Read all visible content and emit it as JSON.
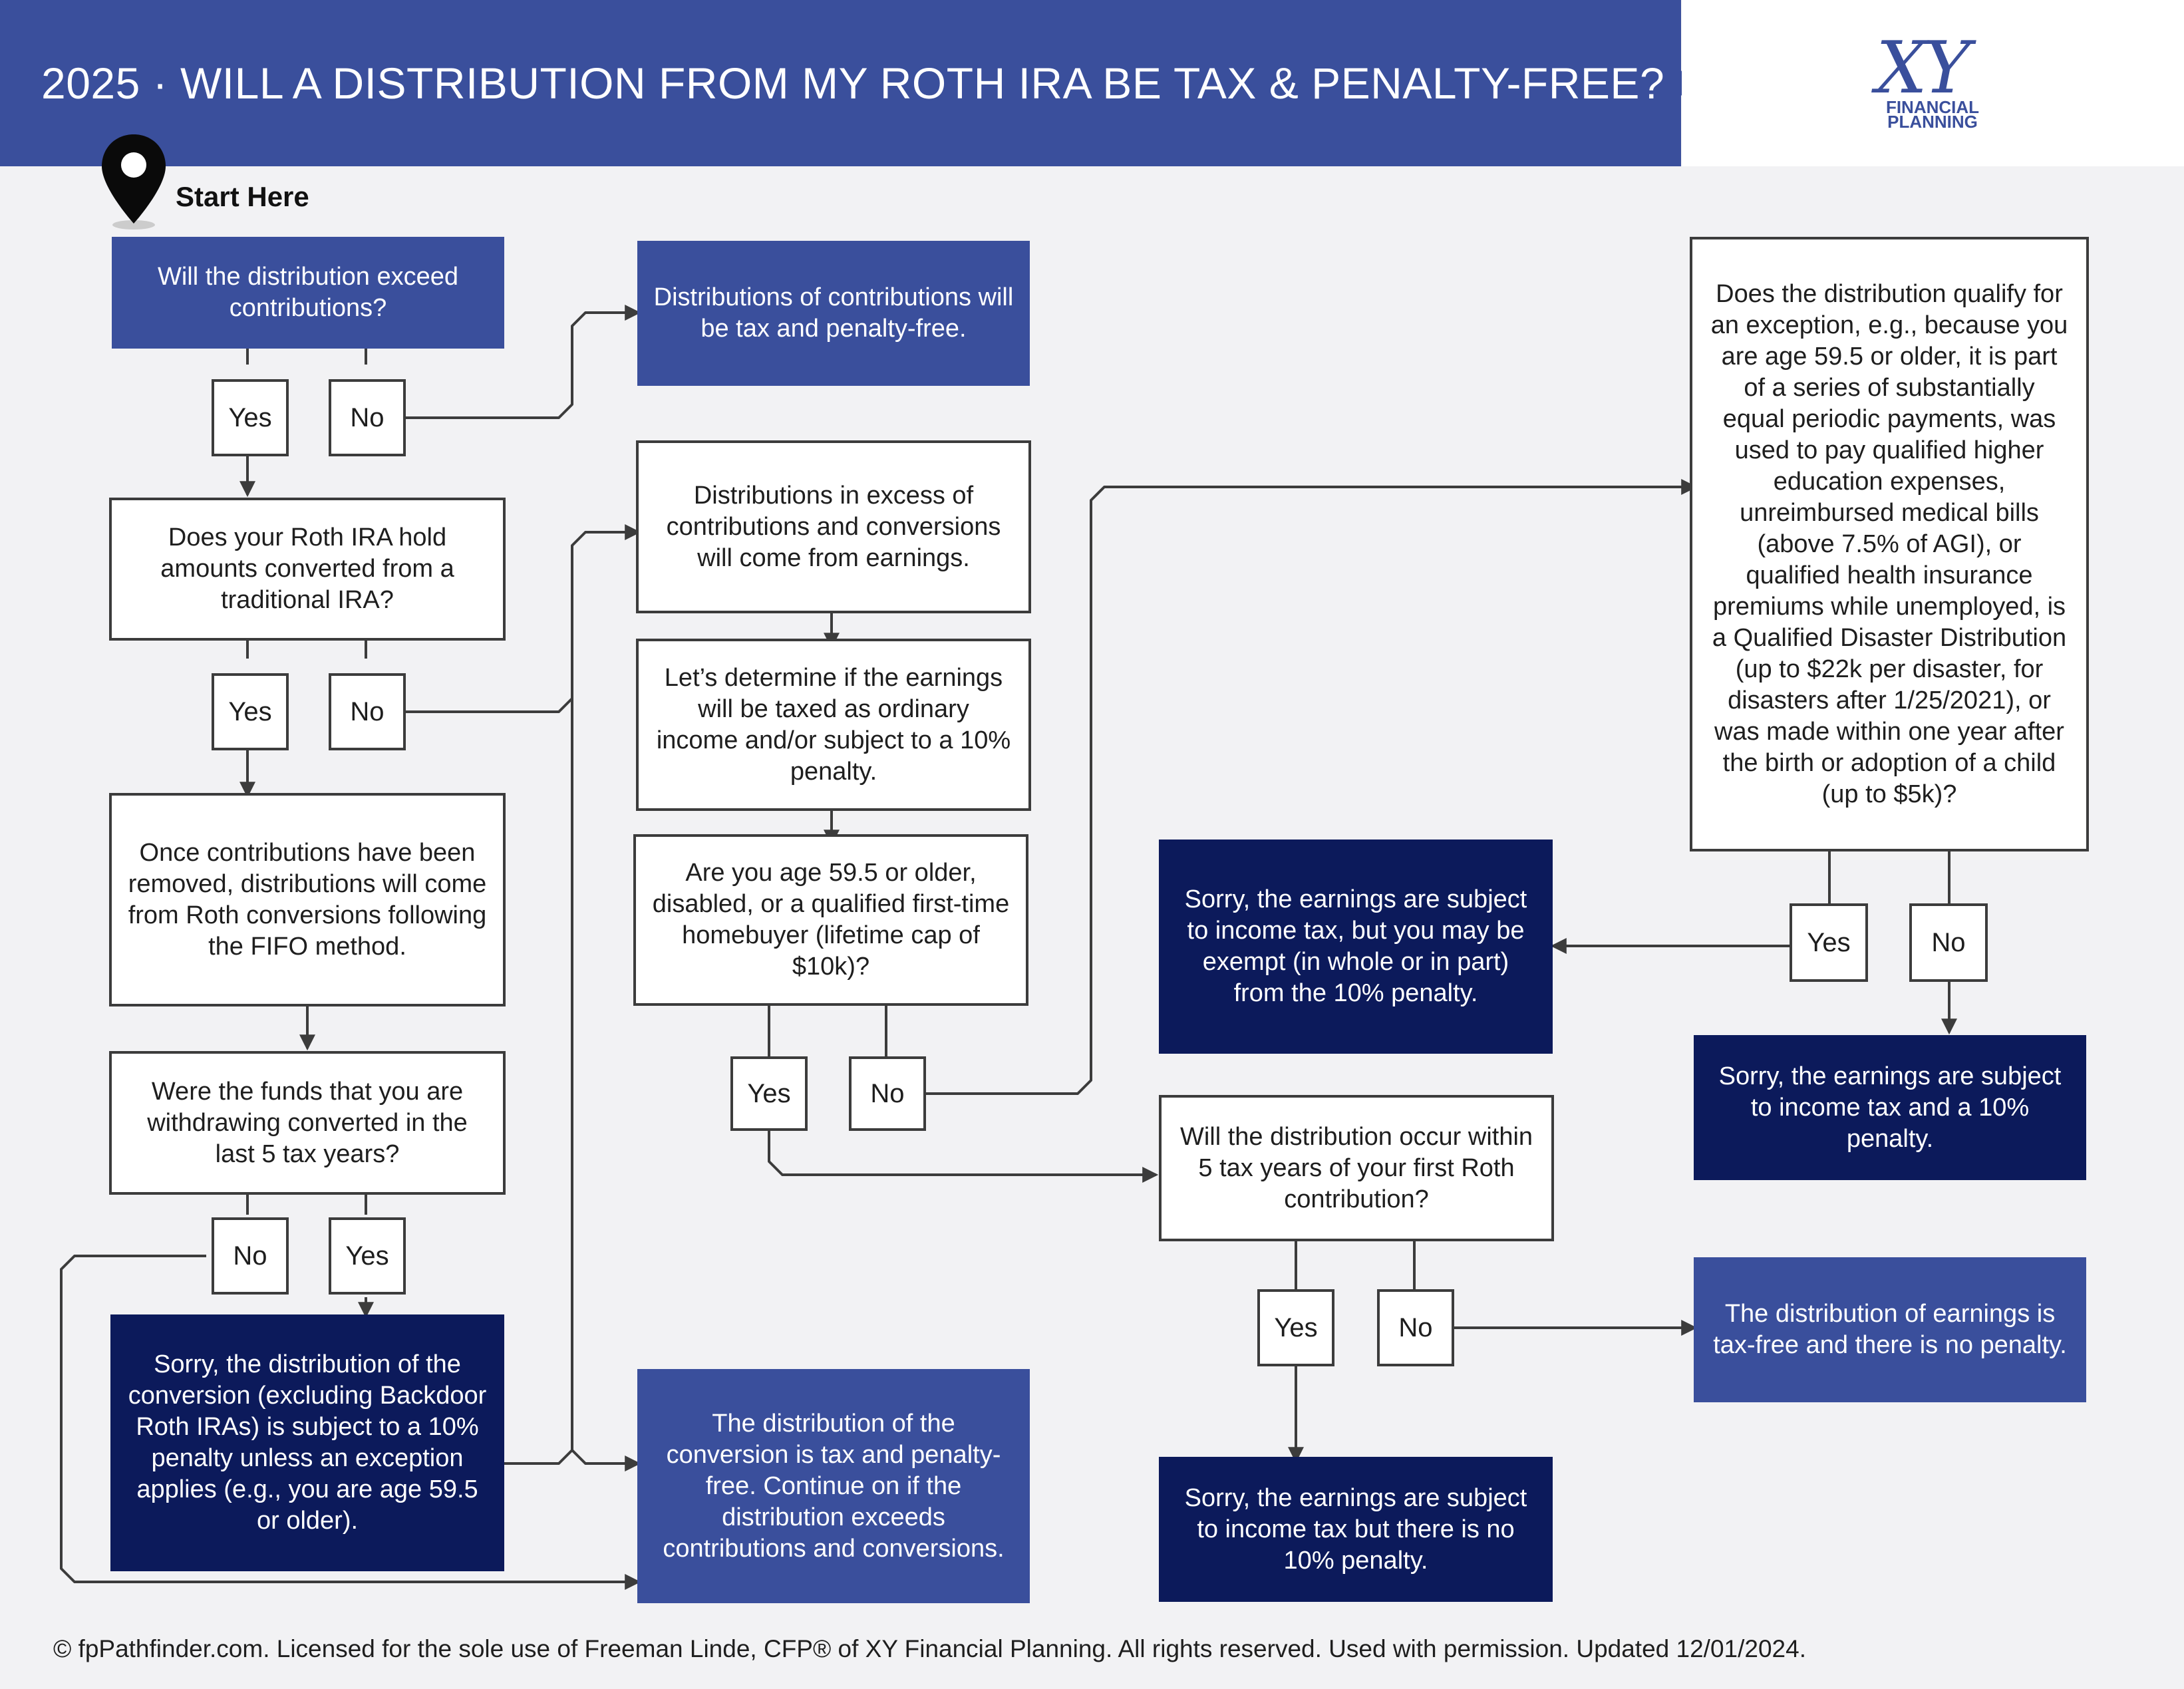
{
  "header": {
    "title": "2025 · WILL A DISTRIBUTION FROM MY ROTH IRA BE TAX & PENALTY-FREE?"
  },
  "logo": {
    "mark": "XY",
    "line1": "FINANCIAL",
    "line2": "PLANNING"
  },
  "start_label": "Start Here",
  "nodes": {
    "q_exceed": "Will the distribution exceed contributions?",
    "r_contrib_free": "Distributions of contributions will be tax and penalty-free.",
    "q_converted": "Does your Roth IRA hold amounts converted from a traditional IRA?",
    "r_fifo": "Once contributions have been removed, distributions will come from Roth conversions following the FIFO method.",
    "q_five_years": "Were the funds that you are withdrawing converted in the last 5 tax years?",
    "r_conv_penalty": "Sorry, the distribution of the conversion (excluding Backdoor Roth IRAs) is subject to a 10% penalty unless an exception applies (e.g., you are age 59.5 or older).",
    "r_conv_free": "The distribution of the conversion is tax and penalty-free. Continue on if the distribution exceeds contributions and conversions.",
    "r_excess_earnings": "Distributions in excess of contributions and conversions will come from earnings.",
    "r_determine": "Let’s determine if the earnings will be taxed as ordinary income and/or subject to a 10% penalty.",
    "q_age": "Are you age 59.5 or older, disabled, or a qualified first-time homebuyer (lifetime cap of $10k)?",
    "q_exception": "Does the distribution qualify for an exception, e.g., because you are age 59.5 or older, it is part of a series of substantially equal periodic payments, was used to pay qualified higher education expenses, unreimbursed medical bills (above 7.5% of AGI), or qualified health insurance premiums while unemployed, is a Qualified Disaster Distribution (up to $22k per disaster, for disasters after 1/25/2021), or was made within one year after the birth or adoption of a child (up to $5k)?",
    "r_exempt": "Sorry, the earnings are subject to income tax, but you may be exempt (in whole or in part) from the 10% penalty.",
    "r_tax_penalty": "Sorry, the earnings are subject to income tax and a 10% penalty.",
    "q_within5": "Will the distribution occur within 5 tax years of your first Roth contribution?",
    "r_tax_free": "The distribution of earnings is tax-free and there is no penalty.",
    "r_tax_no_penalty": "Sorry, the earnings are subject to income tax but there is no 10% penalty."
  },
  "answers": {
    "yes": "Yes",
    "no": "No"
  },
  "colors": {
    "header_blue": "#3a4f9c",
    "mid_blue": "#3a4f9c",
    "dark_navy": "#0c1a5b",
    "background": "#f2f2f4",
    "line": "#3c3c3c"
  },
  "footer": "© fpPathfinder.com. Licensed for the sole use of Freeman Linde, CFP® of XY Financial Planning. All rights reserved. Used with permission. Updated 12/01/2024."
}
